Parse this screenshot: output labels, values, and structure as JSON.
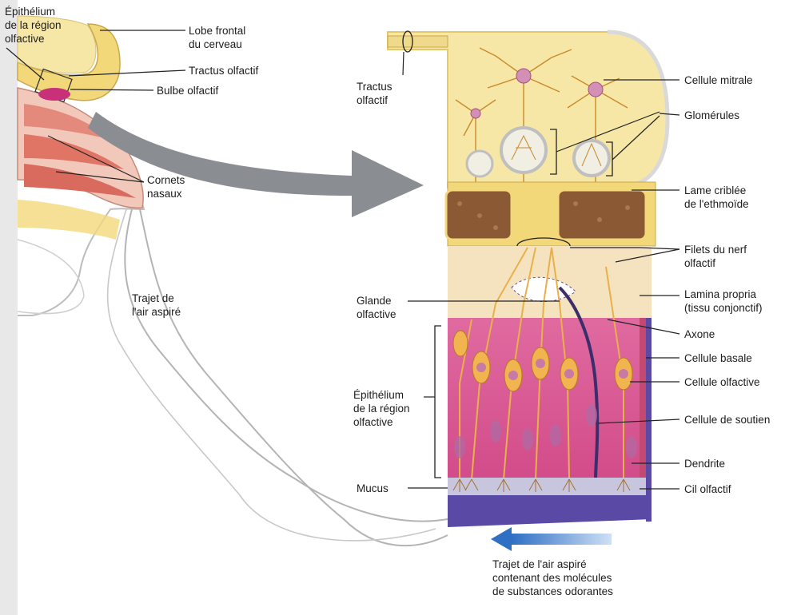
{
  "labels": {
    "epithelium_left": "Épithélium\nde la région\nolfactive",
    "lobe_frontal": "Lobe frontal\ndu cerveau",
    "tractus_small": "Tractus olfactif",
    "bulbe": "Bulbe olfactif",
    "cornets": "Cornets\nnasaux",
    "trajet_air_left": "Trajet de\nl'air aspiré",
    "tractus_big": "Tractus\nolfactif",
    "cellule_mitrale": "Cellule mitrale",
    "glomerules": "Glomérules",
    "lame_criblee": "Lame criblée\nde l'ethmoïde",
    "filets": "Filets du nerf\nolfactif",
    "lamina": "Lamina propria\n(tissu conjonctif)",
    "glande": "Glande\nolfactive",
    "axone": "Axone",
    "cellule_basale": "Cellule basale",
    "cellule_olfactive": "Cellule olfactive",
    "epithelium_right": "Épithélium\nde la région\nolfactive",
    "cellule_soutien": "Cellule de soutien",
    "dendrite": "Dendrite",
    "mucus": "Mucus",
    "cil": "Cil olfactif",
    "trajet_bottom": "Trajet de l'air aspiré\ncontenant des molécules\nde substances odorantes"
  },
  "colors": {
    "bone": "#f3d87a",
    "brain": "#f6e7a6",
    "bone_dark": "#7a4a2a",
    "epithelium": "#d9548f",
    "lamina": "#f5e3c0",
    "mucus": "#c8c6df",
    "basement": "#5a4aa6",
    "arrow_gray": "#8a8d92",
    "arrow_blue": "#2f6fc4",
    "neuron": "#e9a83a",
    "cell_body": "#c76a8a"
  }
}
